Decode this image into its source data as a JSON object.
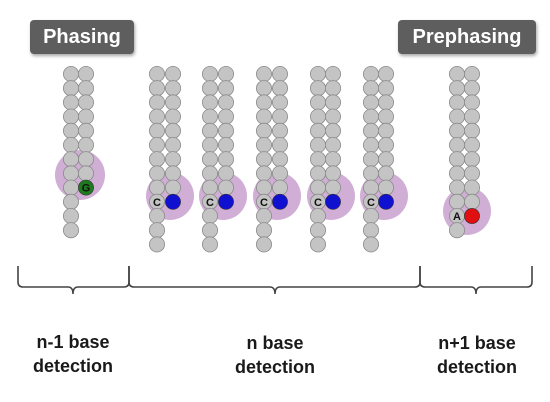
{
  "labels": {
    "phasing": "Phasing",
    "prephasing": "Prephasing"
  },
  "captions": {
    "n_minus_1": {
      "line1": "n-1 base",
      "line2": "detection"
    },
    "n": {
      "line1": "n base",
      "line2": "detection"
    },
    "n_plus_1": {
      "line1": "n+1 base",
      "line2": "detection"
    }
  },
  "strands": [
    {
      "group": "phasing",
      "base": "G",
      "base_color": "#1f7a1f"
    },
    {
      "group": "n",
      "base": "C",
      "base_color": "#1010d0"
    },
    {
      "group": "n",
      "base": "C",
      "base_color": "#1010d0"
    },
    {
      "group": "n",
      "base": "C",
      "base_color": "#1010d0"
    },
    {
      "group": "n",
      "base": "C",
      "base_color": "#1010d0"
    },
    {
      "group": "n",
      "base": "C",
      "base_color": "#1010d0"
    },
    {
      "group": "prephasing",
      "base": "A",
      "base_color": "#e01010"
    }
  ],
  "colors": {
    "bead": "#c4c4c4",
    "bead_stroke": "#8a8a8a",
    "halo": "#c9a0cf",
    "label_bg": "#5e5e5e",
    "bracket": "#444444"
  }
}
